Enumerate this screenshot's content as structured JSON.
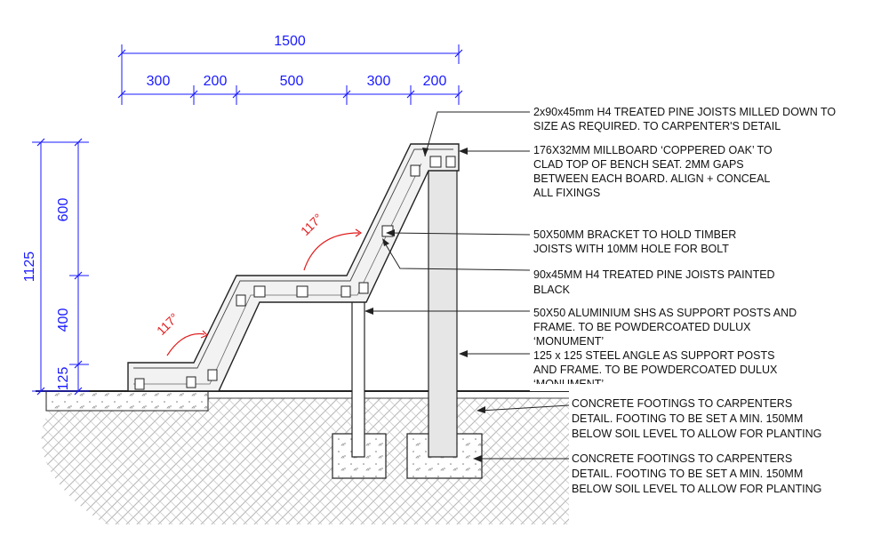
{
  "colors": {
    "dimension": "#1a1aff",
    "angle": "#e01b1b",
    "line": "#222222",
    "post": "#e6e6e6",
    "soil": "#bdbdbd"
  },
  "dimensions": {
    "overall_width": "1500",
    "segments": [
      "300",
      "200",
      "500",
      "300",
      "200"
    ],
    "overall_height": "1125",
    "heights": [
      "600",
      "400",
      "125"
    ]
  },
  "angles": [
    "117°",
    "117°"
  ],
  "notes": [
    {
      "lines": [
        "2x90x45mm H4 TREATED PINE JOISTS MILLED DOWN TO",
        "SIZE AS REQUIRED. TO CARPENTER'S DETAIL"
      ]
    },
    {
      "lines": [
        "176X32MM MILLBOARD ‘COPPERED OAK’ TO",
        "CLAD TOP OF BENCH SEAT. 2MM GAPS",
        "BETWEEN EACH BOARD. ALIGN + CONCEAL",
        "ALL FIXINGS"
      ]
    },
    {
      "lines": [
        "50X50MM BRACKET TO HOLD TIMBER",
        "JOISTS WITH 10MM HOLE FOR BOLT"
      ]
    },
    {
      "lines": [
        "90x45MM H4 TREATED PINE JOISTS PAINTED",
        "BLACK"
      ]
    },
    {
      "lines": [
        "50X50 ALUMINIUM SHS AS SUPPORT POSTS AND",
        "FRAME. TO BE POWDERCOATED DULUX",
        "‘MONUMENT’"
      ]
    },
    {
      "lines": [
        "125 x 125 STEEL ANGLE AS SUPPORT POSTS",
        "AND FRAME. TO BE POWDERCOATED DULUX",
        "‘MONUMENT’"
      ]
    },
    {
      "lines": [
        "CONCRETE FOOTINGS TO CARPENTERS",
        "DETAIL. FOOTING TO BE SET A MIN. 150MM",
        "BELOW SOIL LEVEL TO ALLOW FOR PLANTING"
      ]
    },
    {
      "lines": [
        "CONCRETE FOOTINGS TO CARPENTERS",
        "DETAIL. FOOTING TO BE SET A MIN. 150MM",
        "BELOW SOIL LEVEL TO ALLOW FOR PLANTING"
      ]
    }
  ]
}
